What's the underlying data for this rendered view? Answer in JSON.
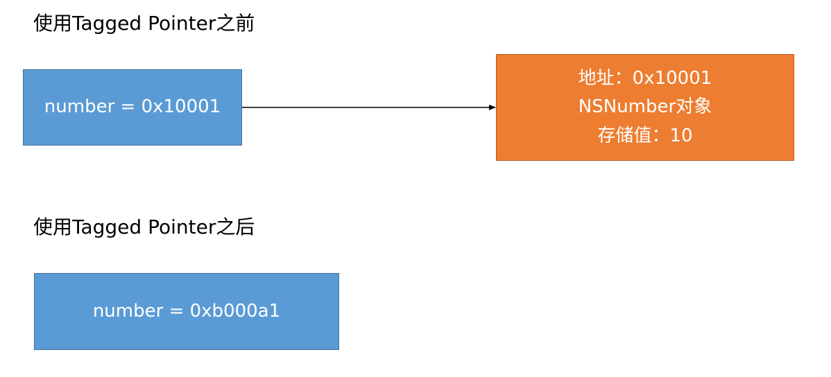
{
  "before": {
    "title": "使用Tagged Pointer之前",
    "pointer_box": "number = 0x10001",
    "object_box": {
      "line1": "地址：0x10001",
      "line2": "NSNumber对象",
      "line3": "存储值：10"
    }
  },
  "after": {
    "title": "使用Tagged Pointer之后",
    "pointer_box": "number = 0xb000a1"
  },
  "colors": {
    "pointer_box_fill": "#5b9bd5",
    "object_box_fill": "#ed7d31",
    "text_on_box": "#ffffff"
  }
}
